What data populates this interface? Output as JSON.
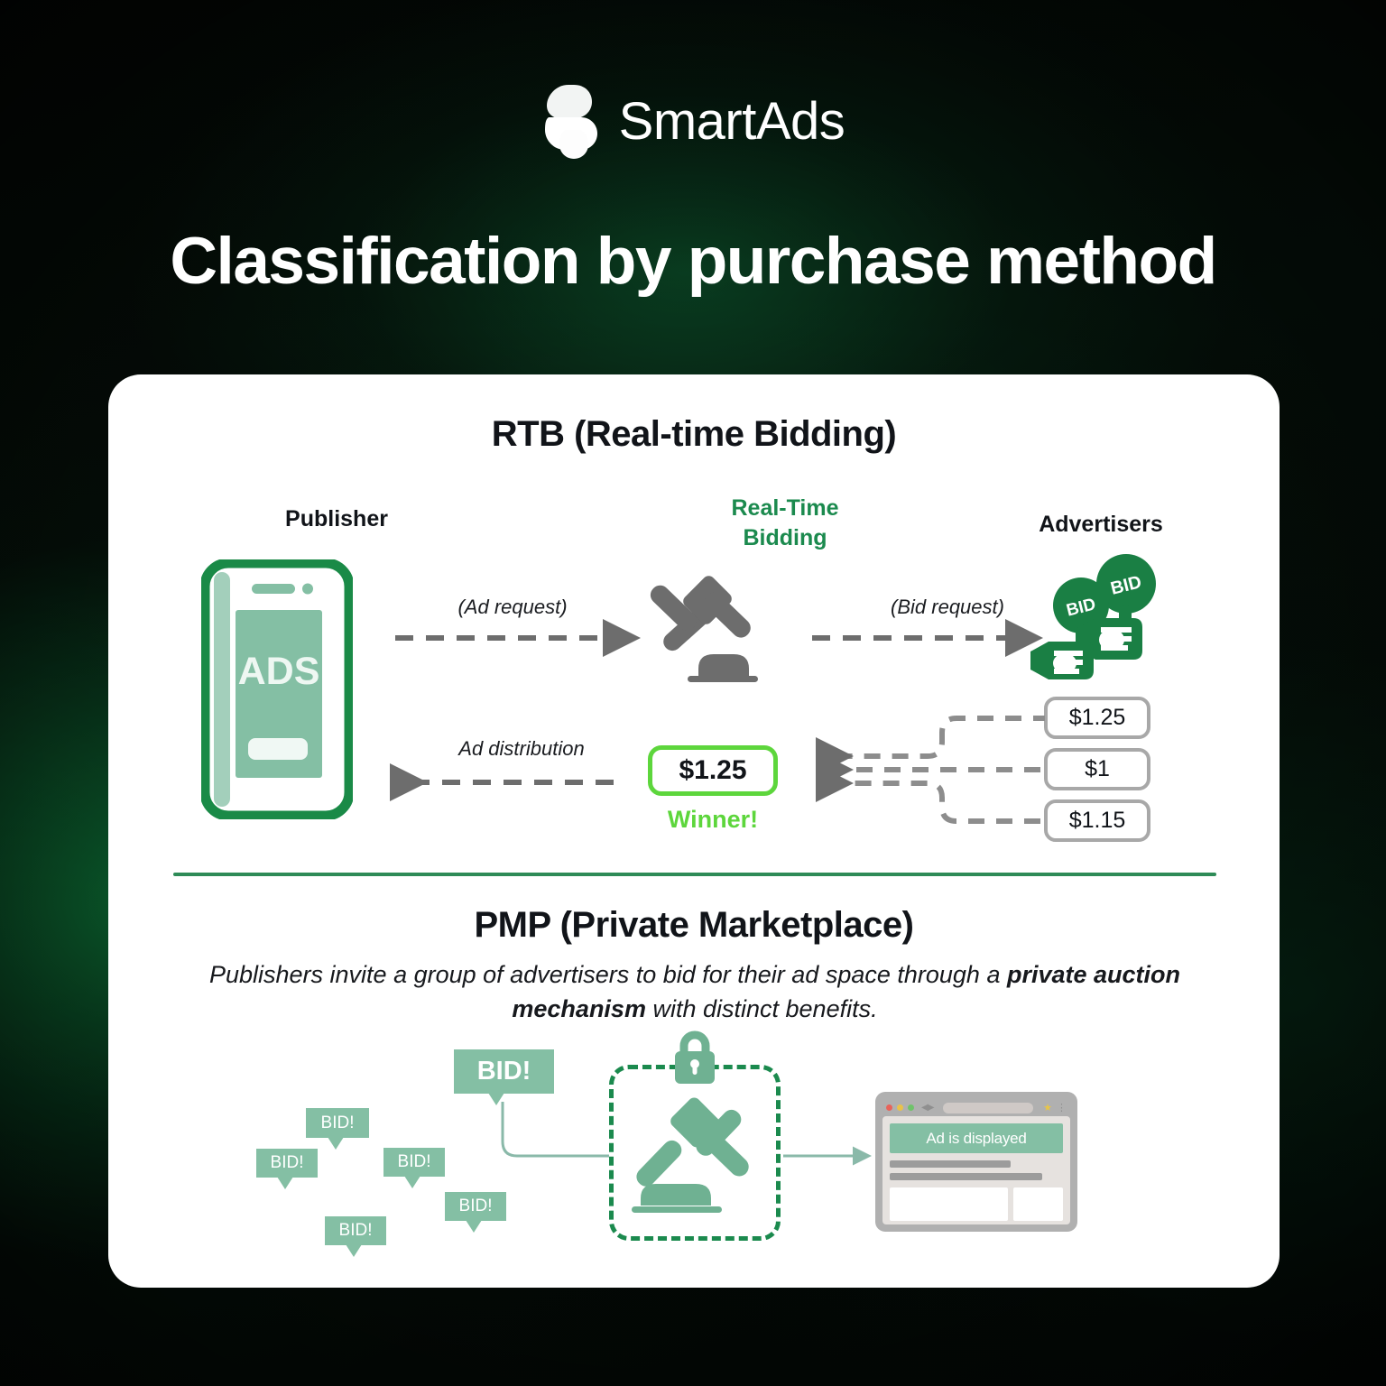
{
  "brand": {
    "name": "SmartAds",
    "logo_icon": "smartads-spark-logo",
    "color": "#ffffff"
  },
  "page": {
    "title": "Classification by purchase method",
    "background_accent": "#0d7538",
    "card_background": "#ffffff"
  },
  "rtb": {
    "heading": "RTB (Real-time Bidding)",
    "publisher_label": "Publisher",
    "center_label_line1": "Real-Time",
    "center_label_line2": "Bidding",
    "center_label_color": "#1b8a4e",
    "advertisers_label": "Advertisers",
    "phone_screen_text": "ADS",
    "gavel_icon": "gavel-icon",
    "bid_hands_icon": "bid-paddle-hands-icon",
    "bid_paddle_text": "BID",
    "flows": {
      "ad_request": "(Ad request)",
      "ad_distribution": "Ad distribution",
      "bid_request": "(Bid request)"
    },
    "winner": {
      "amount": "$1.25",
      "caption": "Winner!",
      "accent_color": "#5dd63c"
    },
    "bids": [
      "$1.25",
      "$1",
      "$1.15"
    ]
  },
  "pmp": {
    "heading": "PMP (Private Marketplace)",
    "description_part1": "Publishers invite a group of advertisers to bid for their ad space through a ",
    "description_bold": "private auction mechanism",
    "description_part2": " with distinct benefits.",
    "bubbles": [
      {
        "text": "BID!",
        "size": "large"
      },
      {
        "text": "BID!",
        "size": "small"
      },
      {
        "text": "BID!",
        "size": "small"
      },
      {
        "text": "BID!",
        "size": "small"
      },
      {
        "text": "BID!",
        "size": "small"
      },
      {
        "text": "BID!",
        "size": "small"
      }
    ],
    "bubble_color": "#84bfa4",
    "lock_icon": "lock-icon",
    "gavel_icon": "gavel-icon",
    "private_box_border": "#1b8a4e",
    "browser": {
      "ad_banner_text": "Ad is displayed",
      "star_icon": "star-icon",
      "kebab_icon": "kebab-menu-icon",
      "nav_icon": "nav-arrows-icon"
    }
  }
}
